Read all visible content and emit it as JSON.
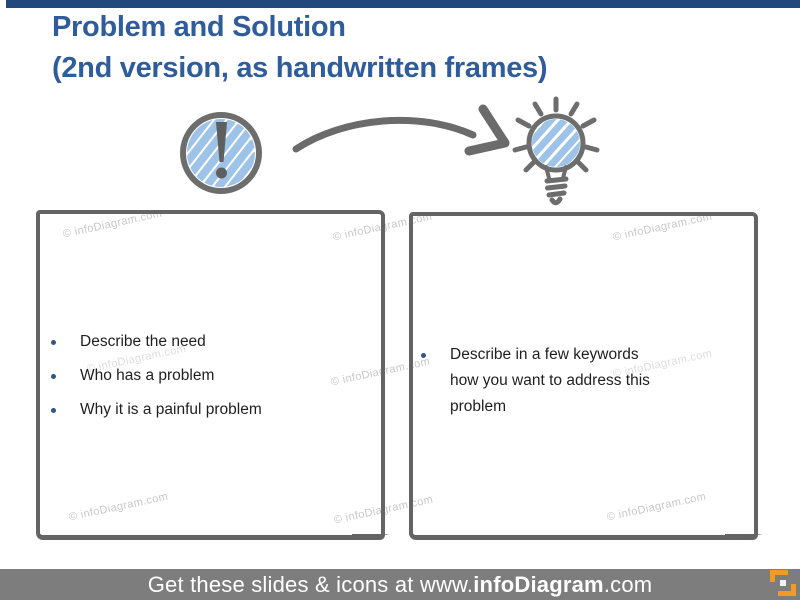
{
  "title": {
    "line1": "Problem and Solution",
    "line2": "(2nd version, as handwritten frames)"
  },
  "icons": {
    "problem": "exclamation-circle-icon",
    "flow": "arrow-right-icon",
    "solution": "lightbulb-icon"
  },
  "problem_box": {
    "items": [
      "Describe the need",
      "Who has a problem",
      "Why it is a painful problem"
    ]
  },
  "solution_box": {
    "items": [
      "Describe in a few keywords how you want to address this problem"
    ]
  },
  "watermark": {
    "text": "© infoDiagram.com"
  },
  "footer": {
    "prefix": "Get these slides & icons at www.",
    "brand": "infoDiagram",
    "suffix": ".com"
  },
  "colors": {
    "top_bar": "#21497b",
    "title_blue": "#2f5c9a",
    "frame_gray": "#646464",
    "icon_gray": "#6d6d6d",
    "scribble_blue": "#9dc3e8",
    "bullet_blue": "#33548e",
    "footer_bg": "#7d7d7d",
    "logo_orange": "#f09b23"
  }
}
